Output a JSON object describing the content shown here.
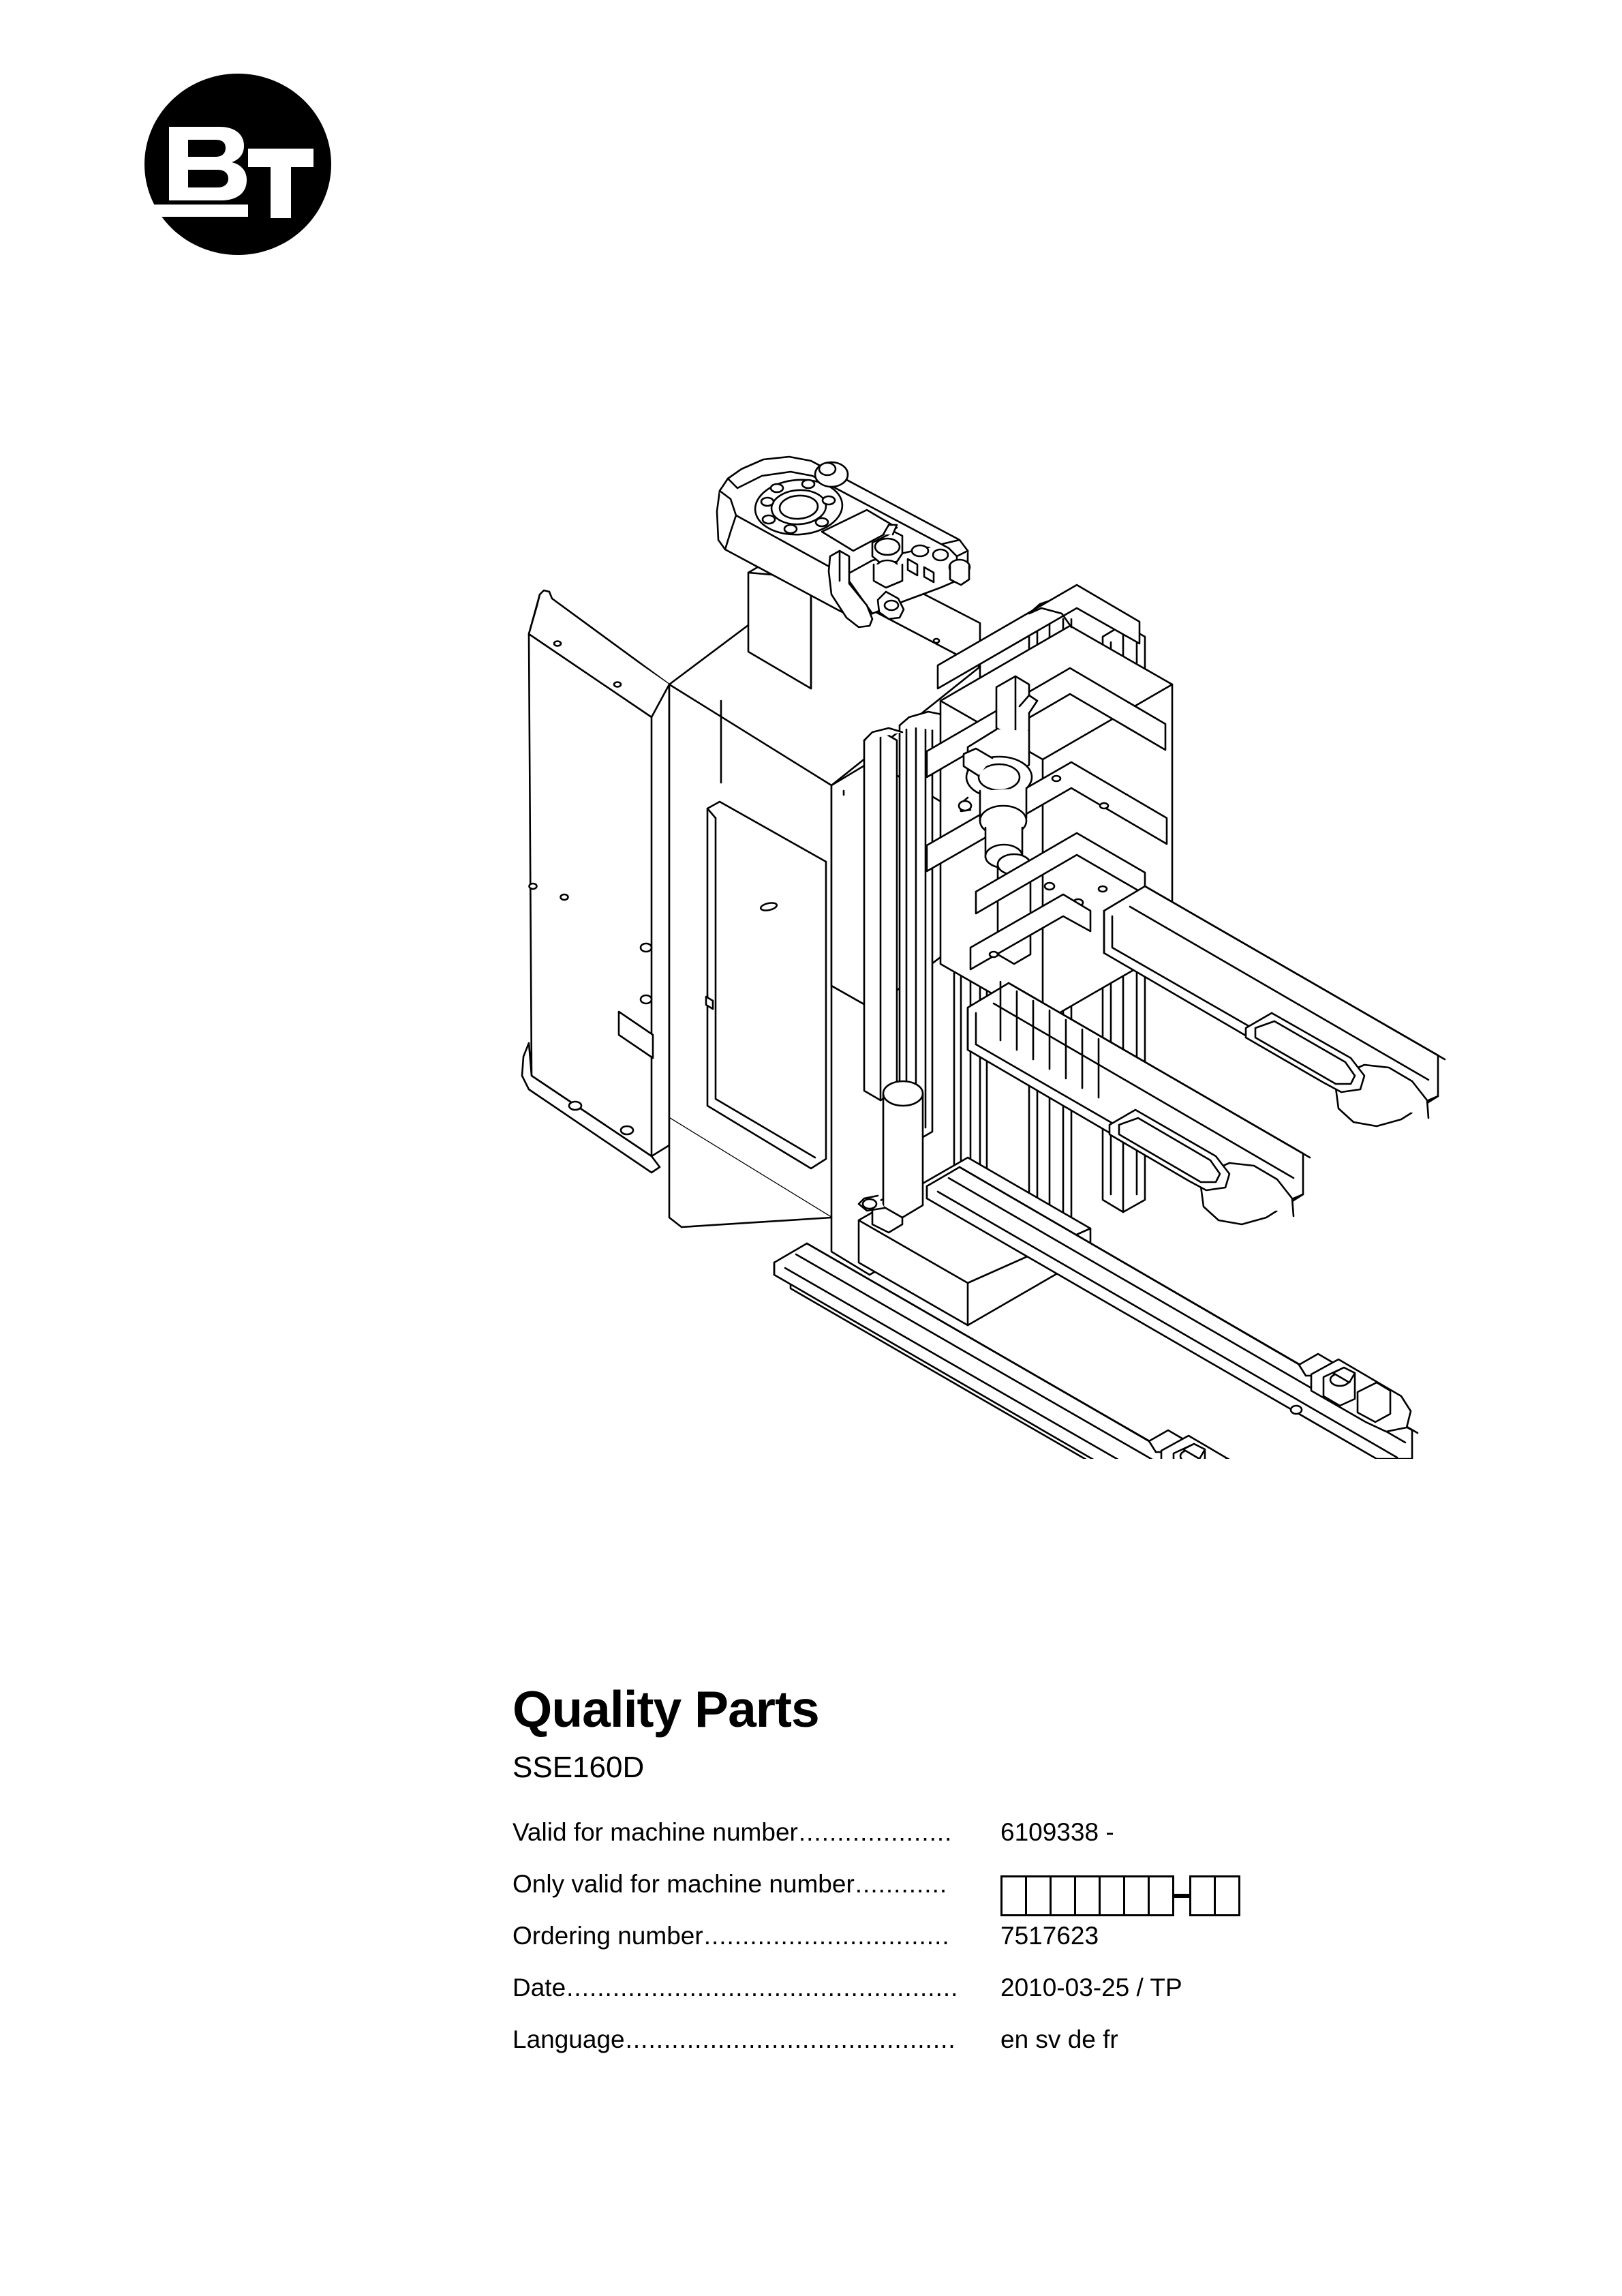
{
  "document": {
    "brand_logo": {
      "icon": "bt-circle-logo",
      "letters": "BT",
      "color": "#000000"
    },
    "illustration": {
      "icon": "pallet-stacker-line-drawing",
      "alt": "Isometric technical line drawing of a BT SSE160D pedestrian stacker truck with tiller control head, mast, two upper forks and two lower straddle legs with load wheels",
      "line_color": "#000000",
      "fill_color": "#ffffff"
    },
    "title": "Quality Parts",
    "model": "SSE160D",
    "specs": [
      {
        "label": "Valid for machine number",
        "leader": "....................",
        "value": "6109338 -",
        "type": "text"
      },
      {
        "label": "Only valid for machine number",
        "leader": "............",
        "value": "",
        "type": "boxes",
        "boxes_before_dash": 7,
        "boxes_after_dash": 2
      },
      {
        "label": "Ordering number ",
        "leader": "................................",
        "value": "7517623",
        "type": "text"
      },
      {
        "label": "Date ",
        "leader": "...................................................",
        "value": "2010-03-25 / TP",
        "type": "text"
      },
      {
        "label": "Language",
        "leader": "...........................................",
        "value": " en sv de fr",
        "type": "text"
      }
    ]
  }
}
